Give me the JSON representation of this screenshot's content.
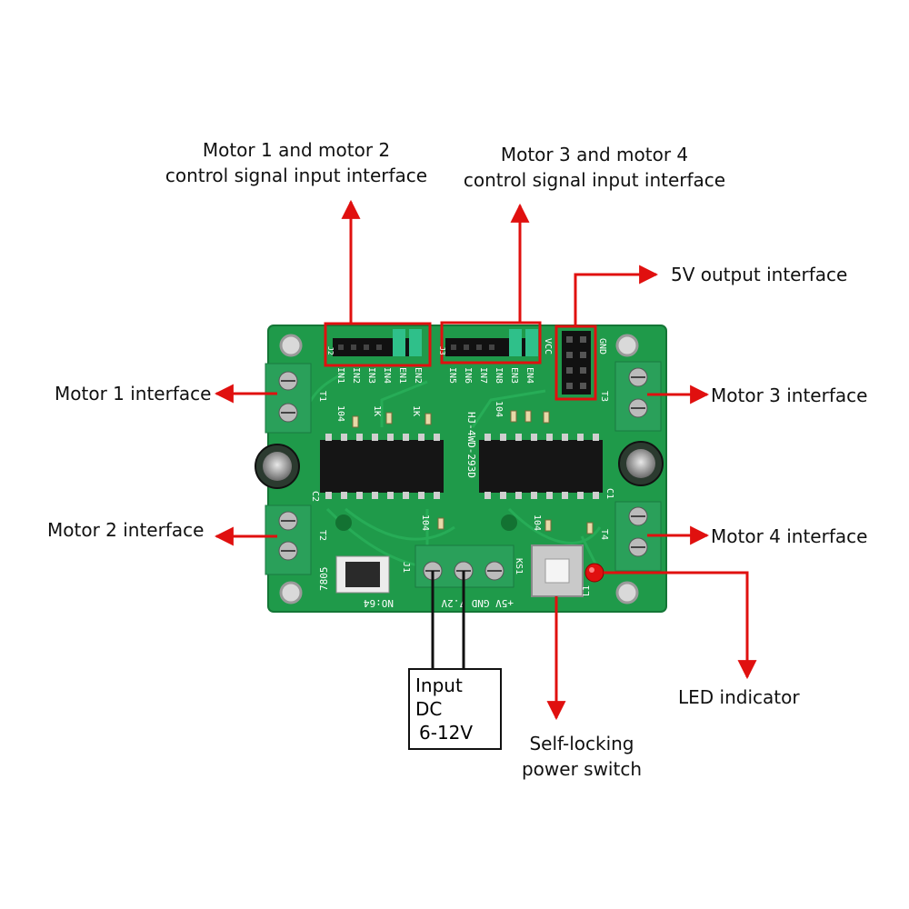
{
  "colors": {
    "pcb": "#1f9a4a",
    "pcb_dark": "#167a3a",
    "arrow": "#e0100f",
    "terminal": "#2aa05a",
    "chip": "#151515",
    "header_box": "#e0100f"
  },
  "labels": {
    "ctrl_12": [
      "Motor 1 and motor 2",
      "control signal input interface"
    ],
    "ctrl_34": [
      "Motor 3 and motor 4",
      "control signal input interface"
    ],
    "out_5v": "5V output interface",
    "motor1": "Motor 1 interface",
    "motor2": "Motor 2 interface",
    "motor3": "Motor 3 interface",
    "motor4": "Motor 4 interface",
    "input_dc": [
      "Input DC",
      "6-12V"
    ],
    "switch": [
      "Self-locking",
      "power switch"
    ],
    "led": "LED indicator"
  },
  "silkscreen": {
    "header_left_pins": [
      "IN1",
      "IN2",
      "IN3",
      "IN4",
      "EN1",
      "EN2"
    ],
    "header_right_pins": [
      "IN5",
      "IN6",
      "IN7",
      "IN8",
      "EN3",
      "EN4"
    ],
    "vcc": "VCC",
    "gnd": "GND",
    "board_name": "HJ-4WD-293D",
    "regulator": "7805",
    "board_no": "NO:64",
    "power_pins": "+5V GND 7.2V",
    "t1": "T1",
    "t2": "T2",
    "t3": "T3",
    "t4": "T4",
    "c1": "C1",
    "c2": "C2",
    "j1": "J1",
    "j2": "J2",
    "j3": "J3",
    "ks1": "KS1",
    "l1": "L1",
    "r1k": "1K",
    "c104": "104"
  },
  "icons": {
    "arrow": "arrow-icon",
    "screw": "screw-terminal-icon",
    "chip": "ic-chip-icon",
    "capacitor": "capacitor-icon"
  }
}
